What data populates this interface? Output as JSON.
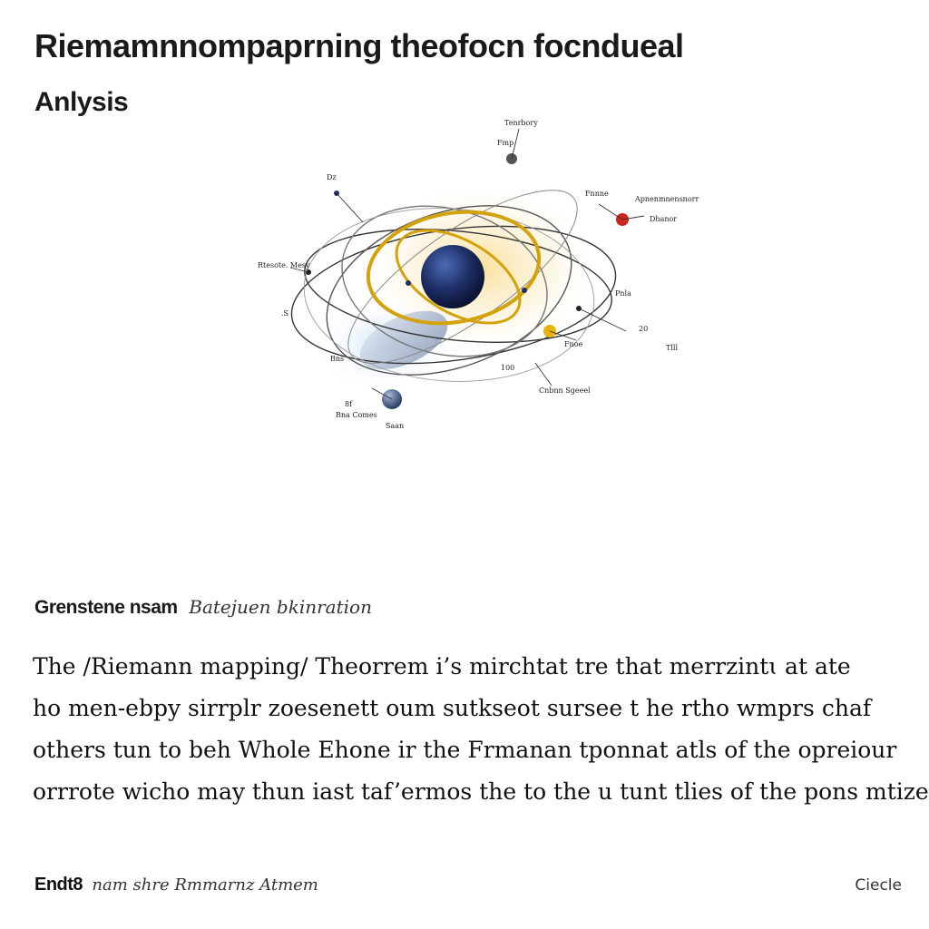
{
  "title": {
    "line1": "Riemamnnompaprning theofocn focndueal",
    "line2": "Anlysis"
  },
  "figure": {
    "labels": {
      "top": "Tenrbory",
      "top2": "Fmp",
      "upper_left": "Dz",
      "left": "Rtesote. Mesy",
      "left_small": ".S",
      "right_top": "Apnenmnensnorr",
      "right_top2": "Dhanor",
      "right_top3": "Fnnne",
      "right_mid": "Pnla",
      "right_low": "20",
      "right_low2": "Fnoe",
      "right_low3": "Tlll",
      "bottom_mid": "100",
      "bottom_mid2": "Cnbnn Sgeeel",
      "bottom_left": "Bna Comes",
      "bottom_left2": "8f",
      "bottom_left3": "Saan",
      "mid_left": "Bns"
    }
  },
  "caption": {
    "bold": "Grenstene nsam",
    "italic": "Batejuen bkinration"
  },
  "body": {
    "lines": [
      "The /Riemann mapping/ Theorrem i’s mirchtat tre that merrzintɩ at ate",
      "ho men-ebpy sirrplr zoesenett oum sutkseot sursee t he rtho wmprs chaf",
      "others tun to beh Whole Ehone ir the Frmanan tponnat atls of the opreiour",
      "orrrote wicho may thun iast taf’ermos the to the u tunt tlies of the pons mtize"
    ]
  },
  "footer": {
    "left_bold": "Endt8",
    "left_italic": "nam shre Rmmarnz Atmem",
    "right": "Ciecle"
  },
  "colors": {
    "sphere": "#1e2f66",
    "gold_orbit": "#d4a20a",
    "orbit": "#333333",
    "red_node": "#d0241e",
    "yellow_node": "#e8b40c"
  }
}
